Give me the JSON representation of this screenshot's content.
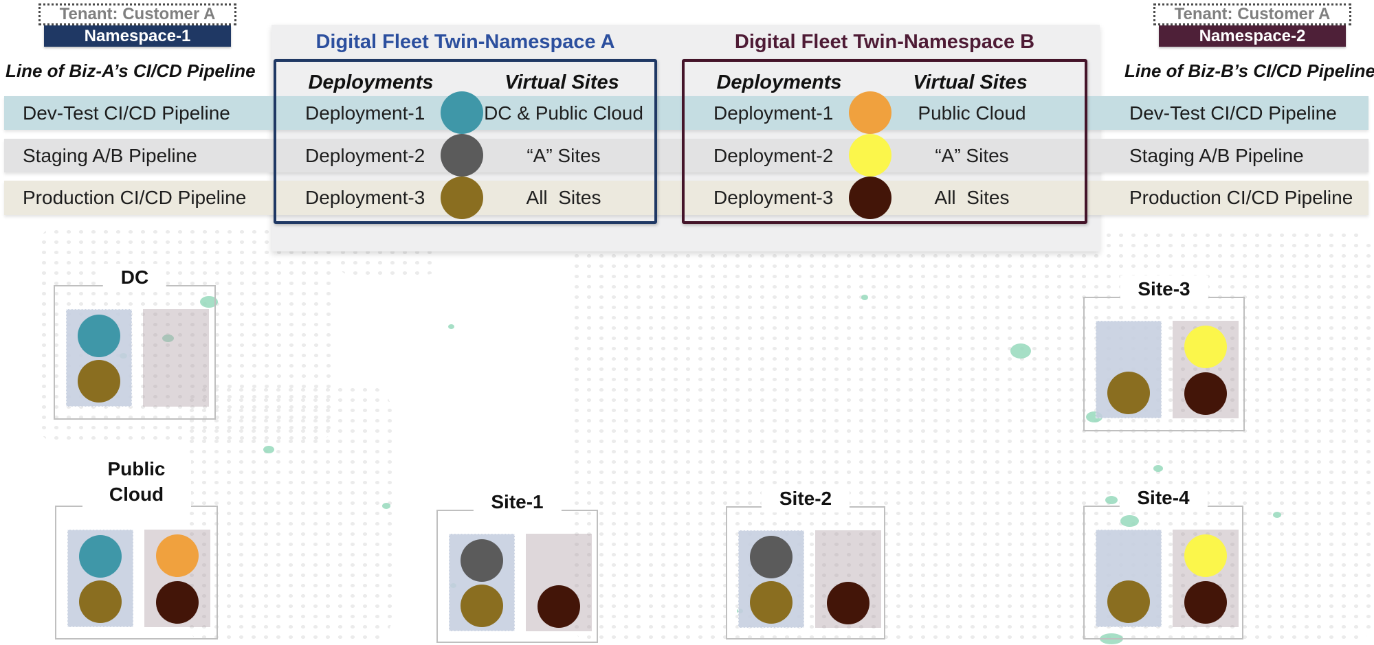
{
  "tenant_left": {
    "label": "Tenant: Customer A",
    "namespace": "Namespace-1",
    "lob": "Line of Biz-A’s CI/CD Pipeline"
  },
  "tenant_right": {
    "label": "Tenant: Customer A",
    "namespace": "Namespace-2",
    "lob": "Line of Biz-B’s CI/CD Pipeline"
  },
  "pipeline_rows": {
    "left": [
      "Dev-Test CI/CD Pipeline",
      "Staging A/B Pipeline",
      "Production CI/CD Pipeline"
    ],
    "right": [
      "Dev-Test CI/CD Pipeline",
      "Staging A/B Pipeline",
      "Production CI/CD Pipeline"
    ]
  },
  "fleet_a": {
    "title": "Digital Fleet Twin-Namespace A",
    "columns": {
      "deployments": "Deployments",
      "virtual_sites": "Virtual Sites"
    },
    "rows": [
      {
        "deployment": "Deployment-1",
        "dot_color": "#3F97A8",
        "virtual_sites": "DC & Public Cloud"
      },
      {
        "deployment": "Deployment-2",
        "dot_color": "#5B5B5B",
        "virtual_sites": "“A” Sites"
      },
      {
        "deployment": "Deployment-3",
        "dot_color": "#8A6E20",
        "virtual_sites": "All  Sites"
      }
    ]
  },
  "fleet_b": {
    "title": "Digital Fleet Twin-Namespace B",
    "columns": {
      "deployments": "Deployments",
      "virtual_sites": "Virtual Sites"
    },
    "rows": [
      {
        "deployment": "Deployment-1",
        "dot_color": "#F0A13E",
        "virtual_sites": "Public Cloud"
      },
      {
        "deployment": "Deployment-2",
        "dot_color": "#FBF64B",
        "virtual_sites": "“A” Sites"
      },
      {
        "deployment": "Deployment-3",
        "dot_color": "#431508",
        "virtual_sites": "All  Sites"
      }
    ]
  },
  "sites": [
    {
      "label": "DC",
      "ns1_dots": [
        "#3F97A8",
        "#8A6E20"
      ],
      "ns2_dots": []
    },
    {
      "label": "Public Cloud",
      "ns1_dots": [
        "#3F97A8",
        "#8A6E20"
      ],
      "ns2_dots": [
        "#F0A13E",
        "#431508"
      ]
    },
    {
      "label": "Site-1",
      "ns1_dots": [
        "#5B5B5B",
        "#8A6E20"
      ],
      "ns2_dots": [
        "#431508"
      ]
    },
    {
      "label": "Site-2",
      "ns1_dots": [
        "#5B5B5B",
        "#8A6E20"
      ],
      "ns2_dots": [
        "#431508"
      ]
    },
    {
      "label": "Site-3",
      "ns1_dots": [
        "#8A6E20"
      ],
      "ns2_dots": [
        "#FBF64B",
        "#431508"
      ]
    },
    {
      "label": "Site-4",
      "ns1_dots": [
        "#8A6E20"
      ],
      "ns2_dots": [
        "#FBF64B",
        "#431508"
      ]
    }
  ],
  "colors": {
    "namespace1": "#1F3864",
    "namespace2": "#4E2038",
    "fleet_a_title": "#2C4F9E",
    "fleet_b_title": "#4E1B35",
    "band_dev_test": "#C5DDE2",
    "band_staging": "#E2E2E3",
    "band_production": "#ECE9DE",
    "panel": "#EFEFF0",
    "ns1_cluster_box": "#C6CEDF",
    "ns2_cluster_box": "#CFC3C9",
    "map_dot": "#E9E9E9",
    "map_accent": "#97D9BC"
  }
}
